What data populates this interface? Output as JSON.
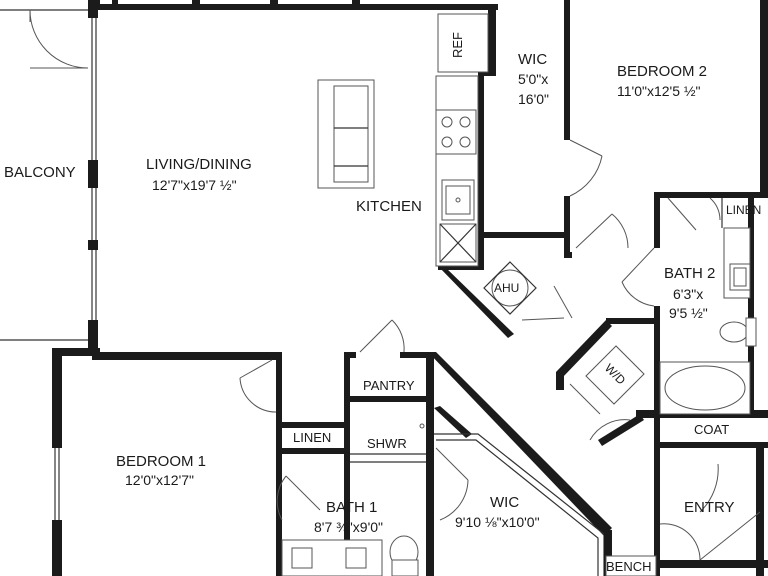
{
  "rooms": {
    "balcony": {
      "name": "BALCONY"
    },
    "living_dining": {
      "name": "LIVING/DINING",
      "dims": "12'7\"x19'7 ½\""
    },
    "kitchen": {
      "name": "KITCHEN"
    },
    "ref": {
      "name": "REF"
    },
    "wic_top": {
      "name": "WIC",
      "dims_line1": "5'0\"x",
      "dims_line2": "16'0\""
    },
    "bedroom2": {
      "name": "BEDROOM 2",
      "dims": "11'0\"x12'5 ½\""
    },
    "linen_right": {
      "name": "LINEN"
    },
    "bath2": {
      "name": "BATH 2",
      "dims_line1": "6'3\"x",
      "dims_line2": "9'5 ½\""
    },
    "ahu": {
      "name": "AHU"
    },
    "wd": {
      "name": "W/D"
    },
    "pantry": {
      "name": "PANTRY"
    },
    "coat": {
      "name": "COAT"
    },
    "linen_left": {
      "name": "LINEN"
    },
    "shwr": {
      "name": "SHWR"
    },
    "bedroom1": {
      "name": "BEDROOM 1",
      "dims": "12'0\"x12'7\""
    },
    "bath1": {
      "name": "BATH 1",
      "dims": "8'7 ⅜\"x9'0\""
    },
    "wic_bottom": {
      "name": "WIC",
      "dims": "9'10 ⅛\"x10'0\""
    },
    "entry": {
      "name": "ENTRY"
    },
    "bench": {
      "name": "BENCH"
    }
  }
}
